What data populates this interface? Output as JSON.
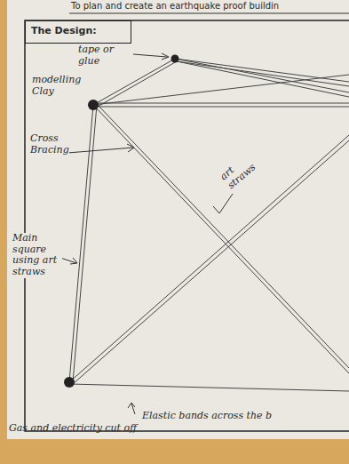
{
  "diagram": {
    "title": "To plan and create an earthquake proof buildin",
    "nodes": [
      {
        "text": [
          "The Design:"
        ]
      }
    ],
    "edges": [],
    "labels": [
      "tape or glue",
      "modelling Clay",
      "Cross Bracing",
      "art straws",
      "Main square using art straws",
      "Elastic bands across the b",
      "Gas and electricity cut off"
    ]
  }
}
